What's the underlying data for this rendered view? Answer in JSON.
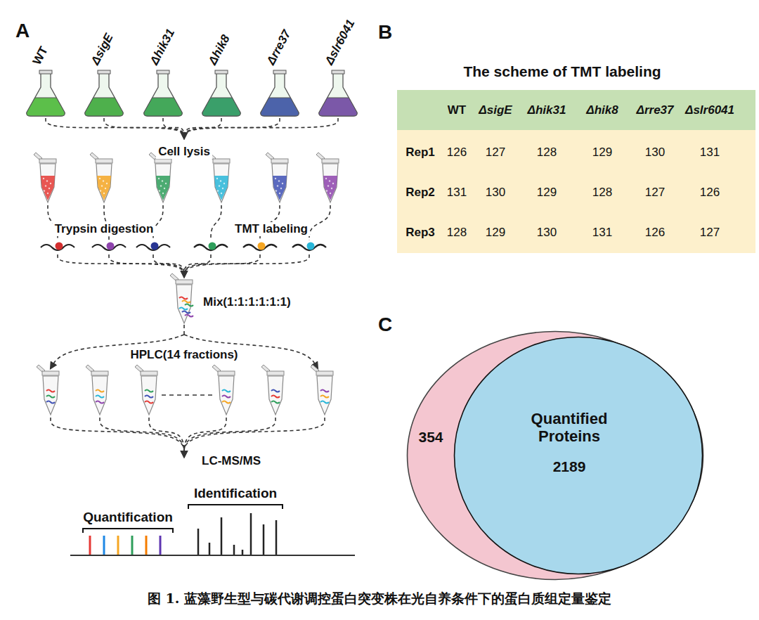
{
  "diagram": {
    "caption": "图 1. 蓝藻野生型与碳代谢调控蛋白突变株在光自养条件下的蛋白质组定量鉴定",
    "nodes": [
      {
        "text": [
          "WT",
          "ΔsigE",
          "Δhik31",
          "Δhik8",
          "Δrre37",
          "Δslr6041"
        ]
      },
      {
        "text": [
          "Rep1",
          "126",
          "127",
          "128",
          "129",
          "130",
          "131",
          "Rep2",
          "131",
          "130",
          "129",
          "128",
          "127",
          "126",
          "Rep3",
          "128",
          "129",
          "130",
          "131",
          "126",
          "127"
        ]
      },
      {
        "text": [
          "354"
        ]
      },
      {
        "text": [
          "Quantified Proteins",
          "2189"
        ],
        "in": 2
      }
    ],
    "labels": [
      "A",
      "WT",
      "ΔsigE",
      "Δhik31",
      "Δhik8",
      "Δrre37",
      "Δslr6041",
      "Cell lysis",
      "Trypsin digestion",
      "TMT labeling",
      "Mix(1:1:1:1:1:1)",
      "HPLC(14 fractions)",
      "LC-MS/MS",
      "Quantification",
      "Identification",
      "B",
      "The scheme of TMT labeling",
      "C"
    ]
  }
}
